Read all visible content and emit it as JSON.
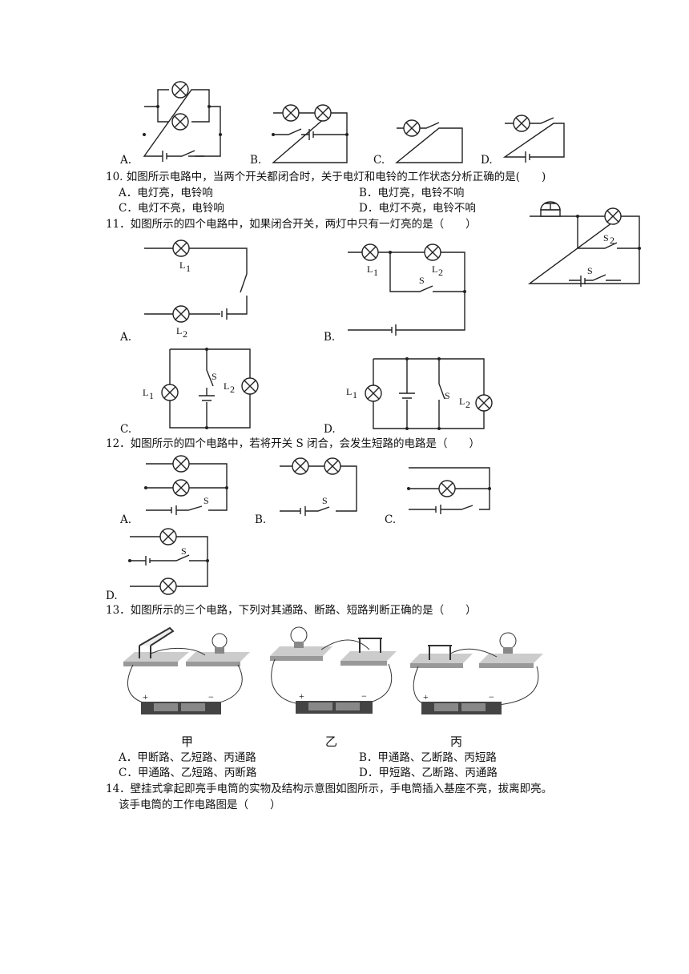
{
  "q9_options": [
    "A.",
    "B.",
    "C.",
    "D."
  ],
  "q10": {
    "stem": "10. 如图所示电路中，当两个开关都闭合时，关于电灯和电铃的工作状态分析正确的是(　　)",
    "options": [
      "A．电灯亮，电铃响",
      "B．电灯亮，电铃不响",
      "C．电灯不亮，电铃响",
      "D．电灯不亮，电铃不响"
    ],
    "fig_labels": {
      "s2": "S",
      "s2_sub": "2",
      "s": "S"
    }
  },
  "q11": {
    "stem": "11．如图所示的四个电路中，如果闭合开关，两灯中只有一灯亮的是（　　）",
    "options": [
      "A.",
      "B.",
      "C.",
      "D."
    ],
    "labels": {
      "L": "L",
      "sub1": "1",
      "sub2": "2",
      "S": "S"
    }
  },
  "q12": {
    "stem": "12．如图所示的四个电路中，若将开关 S 闭合，会发生短路的电路是（　　）",
    "options": [
      "A.",
      "B.",
      "C.",
      "D."
    ],
    "switch_label": "S"
  },
  "q13": {
    "stem": "13．如图所示的三个电路，下列对其通路、断路、短路判断正确的是（　　）",
    "captions": [
      "甲",
      "乙",
      "丙"
    ],
    "options": [
      "A．甲断路、乙短路、丙通路",
      "B．甲通路、乙断路、丙短路",
      "C．甲通路、乙短路、丙断路",
      "D．甲短路、乙断路、丙通路"
    ],
    "plus": "+",
    "minus": "−"
  },
  "q14": {
    "stem_line1": "14．壁挂式拿起即亮手电筒的实物及结构示意图如图所示，手电筒插入基座不亮，拔离即亮。",
    "stem_line2": "该手电筒的工作电路图是（　　）"
  }
}
